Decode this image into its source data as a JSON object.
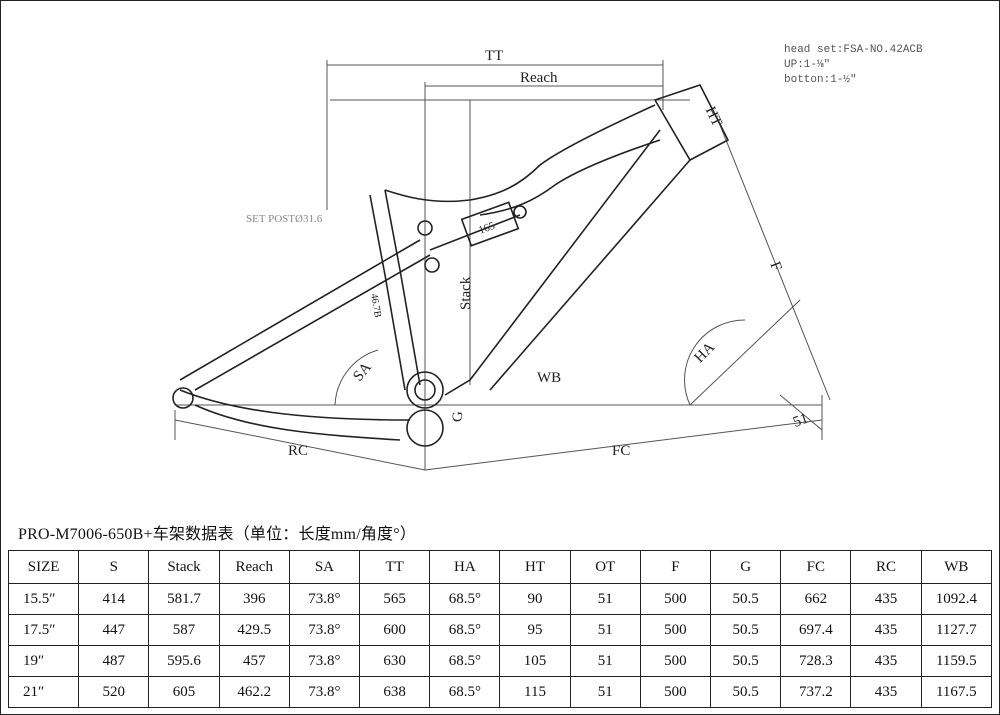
{
  "diagram": {
    "labels": {
      "tt": "TT",
      "reach": "Reach",
      "ht": "HT",
      "stack": "Stack",
      "f": "F",
      "ha": "HA",
      "sa": "SA",
      "wb": "WB",
      "rc": "RC",
      "fc": "FC",
      "g": "G",
      "fifty_one": "51",
      "seat_length": "46.7B",
      "shock_len": "165",
      "seat_post": "SET POSTØ31.6"
    },
    "notes": {
      "headset": "head set:FSA-NO.42ACB",
      "up": "UP:1-⅛″",
      "bottom": "botton:1-½″"
    }
  },
  "table": {
    "title": "PRO-M7006-650B+车架数据表（单位：长度mm/角度°）",
    "headers": [
      "SIZE",
      "S",
      "Stack",
      "Reach",
      "SA",
      "TT",
      "HA",
      "HT",
      "OT",
      "F",
      "G",
      "FC",
      "RC",
      "WB"
    ],
    "rows": [
      [
        "15.5″",
        "414",
        "581.7",
        "396",
        "73.8°",
        "565",
        "68.5°",
        "90",
        "51",
        "500",
        "50.5",
        "662",
        "435",
        "1092.4"
      ],
      [
        "17.5″",
        "447",
        "587",
        "429.5",
        "73.8°",
        "600",
        "68.5°",
        "95",
        "51",
        "500",
        "50.5",
        "697.4",
        "435",
        "1127.7"
      ],
      [
        "19″",
        "487",
        "595.6",
        "457",
        "73.8°",
        "630",
        "68.5°",
        "105",
        "51",
        "500",
        "50.5",
        "728.3",
        "435",
        "1159.5"
      ],
      [
        "21″",
        "520",
        "605",
        "462.2",
        "73.8°",
        "638",
        "68.5°",
        "115",
        "51",
        "500",
        "50.5",
        "737.2",
        "435",
        "1167.5"
      ]
    ]
  }
}
